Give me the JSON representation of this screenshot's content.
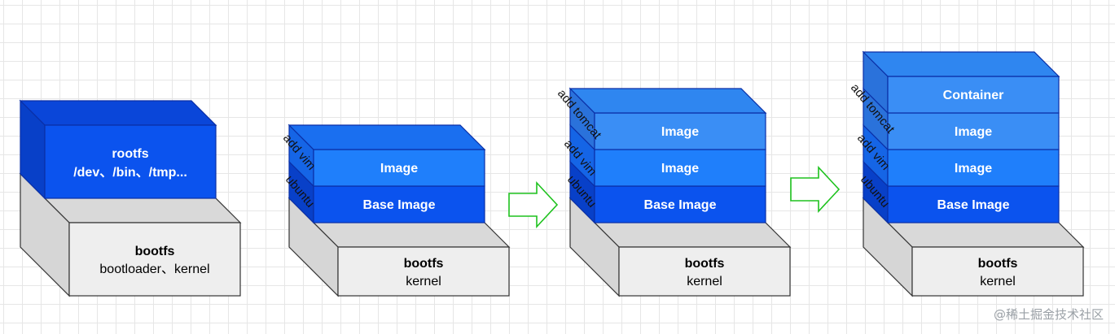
{
  "colors": {
    "grid": "#e6e6e6",
    "boot_front": "#eeeeee",
    "boot_side": "#d9d9d9",
    "stroke": "#333333",
    "layer_base": "#0b53ee",
    "layer_image": "#1f7ffb",
    "layer_top": "#3a8ef5",
    "arrow": "#1ec21e"
  },
  "stacks": [
    {
      "bootfs_title": "bootfs",
      "bootfs_sub": "bootloader、kernel",
      "rootfs_title": "rootfs",
      "rootfs_sub": "/dev、/bin、/tmp..."
    },
    {
      "bootfs_title": "bootfs",
      "bootfs_sub": "kernel",
      "layers": [
        "Base Image",
        "Image"
      ],
      "side_labels": [
        "ubuntu",
        "add vim"
      ]
    },
    {
      "bootfs_title": "bootfs",
      "bootfs_sub": "kernel",
      "layers": [
        "Base Image",
        "Image",
        "Image"
      ],
      "side_labels": [
        "ubuntu",
        "add vim",
        "add tomcat"
      ]
    },
    {
      "bootfs_title": "bootfs",
      "bootfs_sub": "kernel",
      "layers": [
        "Base Image",
        "Image",
        "Image",
        "Container"
      ],
      "side_labels": [
        "ubuntu",
        "add vim",
        "add tomcat"
      ]
    }
  ],
  "watermark": "@稀土掘金技术社区"
}
